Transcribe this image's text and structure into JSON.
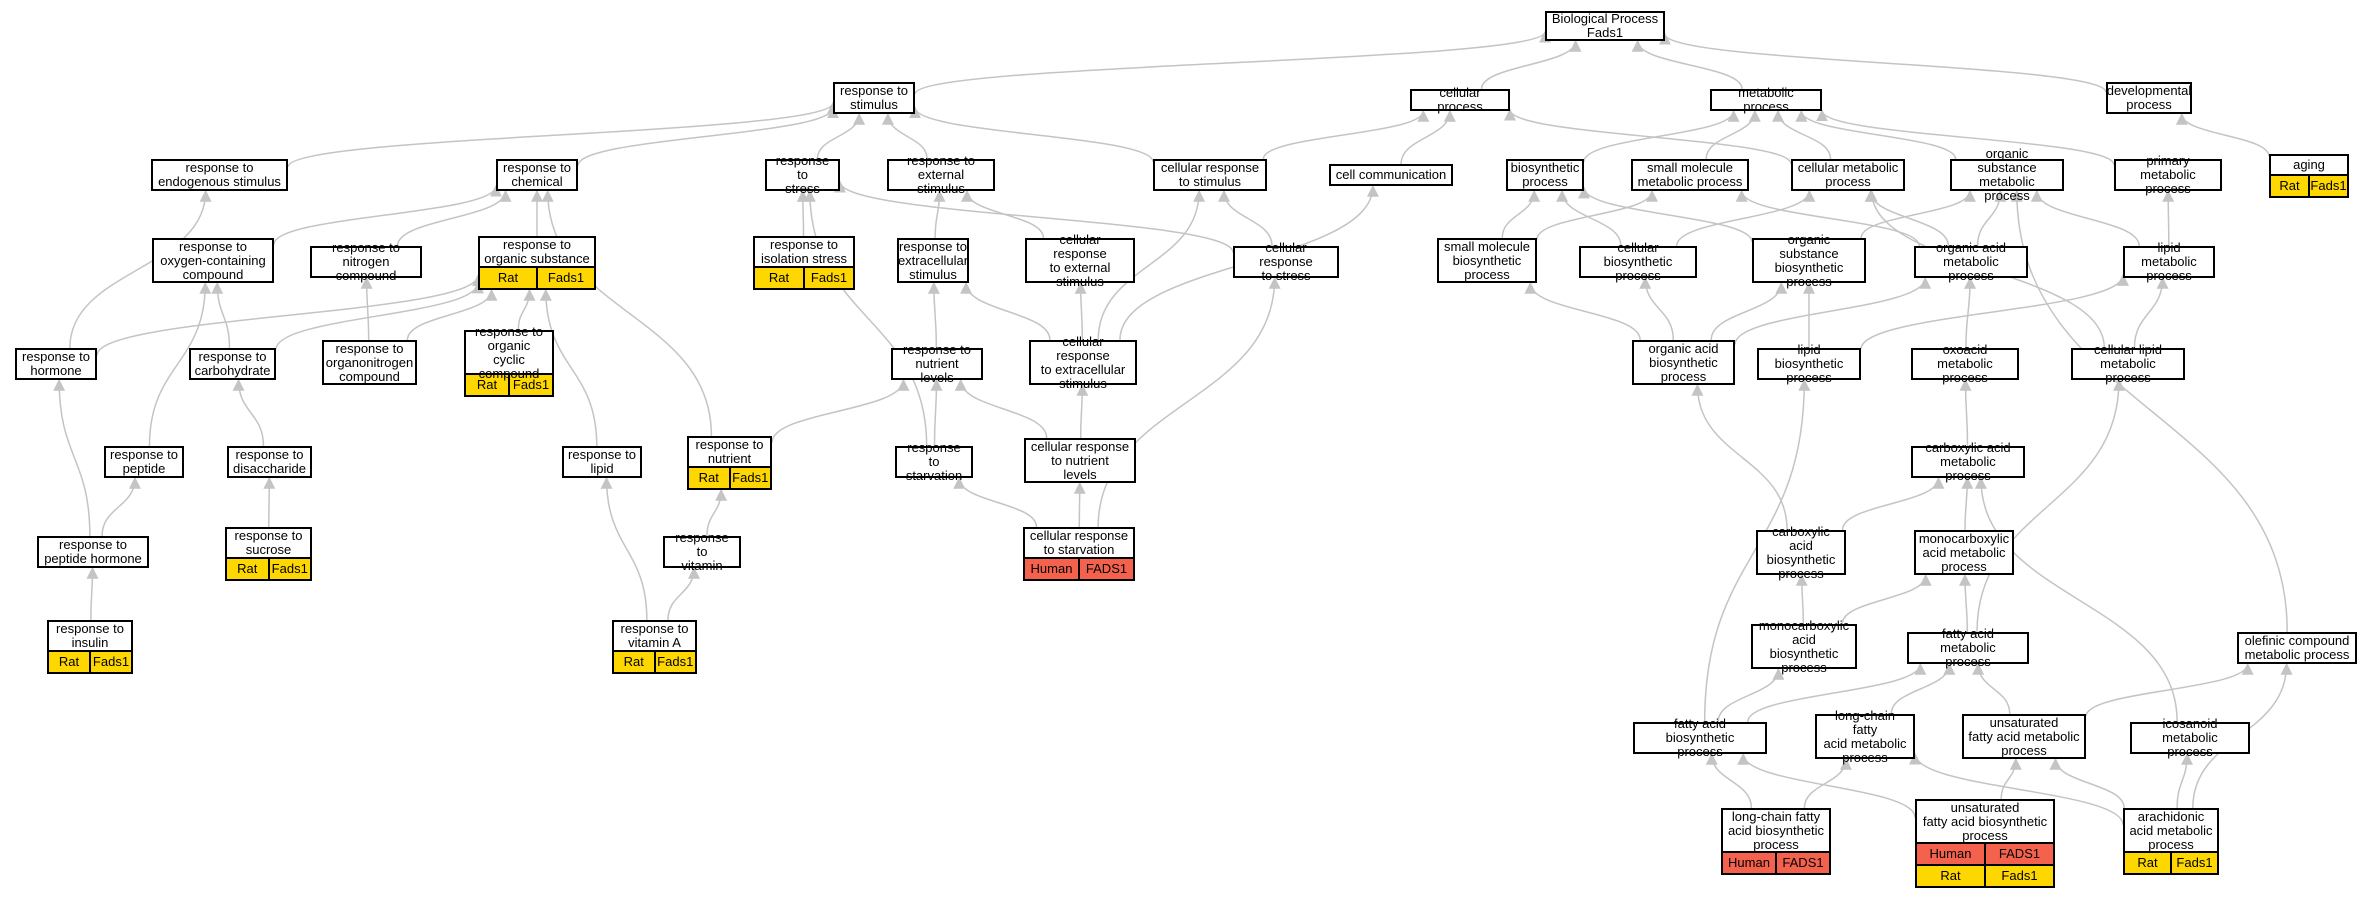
{
  "colors": {
    "rat": "#ffd700",
    "human": "#f4624d",
    "edge": "#c4c4c4",
    "border": "#000000"
  },
  "nodes": {
    "bp": {
      "label": "Biological Process\nFads1"
    },
    "rts": {
      "label": "response to\nstimulus"
    },
    "cp": {
      "label": "cellular process"
    },
    "mp": {
      "label": "metabolic process"
    },
    "dp": {
      "label": "developmental\nprocess"
    },
    "res": {
      "label": "response to\nendogenous stimulus"
    },
    "rtc": {
      "label": "response to\nchemical"
    },
    "rtst": {
      "label": "response to\nstress"
    },
    "res2": {
      "label": "response to\nexternal stimulus"
    },
    "crs": {
      "label": "cellular response\nto stimulus"
    },
    "cc": {
      "label": "cell communication"
    },
    "biop": {
      "label": "biosynthetic\nprocess"
    },
    "smmp": {
      "label": "small molecule\nmetabolic process"
    },
    "cmp": {
      "label": "cellular metabolic\nprocess"
    },
    "osmp": {
      "label": "organic substance\nmetabolic process"
    },
    "pmp": {
      "label": "primary metabolic\nprocess"
    },
    "aging": {
      "label": "aging",
      "ann": [
        [
          "Rat",
          "Fads1"
        ]
      ]
    },
    "rtocc": {
      "label": "response to\noxygen-containing\ncompound"
    },
    "rtnc": {
      "label": "response to\nnitrogen compound"
    },
    "rtos": {
      "label": "response to\norganic substance",
      "ann": [
        [
          "Rat",
          "Fads1"
        ]
      ]
    },
    "rtis": {
      "label": "response to\nisolation stress",
      "ann": [
        [
          "Rat",
          "Fads1"
        ]
      ]
    },
    "rtes": {
      "label": "response to\nextracellular\nstimulus"
    },
    "crtes": {
      "label": "cellular response\nto external\nstimulus"
    },
    "crtst": {
      "label": "cellular response\nto stress"
    },
    "smbp": {
      "label": "small molecule\nbiosynthetic\nprocess"
    },
    "cbp": {
      "label": "cellular biosynthetic\nprocess"
    },
    "osbp": {
      "label": "organic substance\nbiosynthetic\nprocess"
    },
    "oamp": {
      "label": "organic acid\nmetabolic process"
    },
    "lmp": {
      "label": "lipid metabolic\nprocess"
    },
    "rth": {
      "label": "response to\nhormone"
    },
    "rtcarb": {
      "label": "response to\ncarbohydrate"
    },
    "rtonc": {
      "label": "response to\norganonitrogen\ncompound"
    },
    "rtocc2": {
      "label": "response to\norganic cyclic\ncompound",
      "ann": [
        [
          "Rat",
          "Fads1"
        ]
      ]
    },
    "rtnl": {
      "label": "response to\nnutrient levels"
    },
    "crtes2": {
      "label": "cellular response\nto extracellular\nstimulus"
    },
    "oabp": {
      "label": "organic acid\nbiosynthetic\nprocess"
    },
    "lbp": {
      "label": "lipid biosynthetic\nprocess"
    },
    "oxmp": {
      "label": "oxoacid metabolic\nprocess"
    },
    "clmp": {
      "label": "cellular lipid\nmetabolic process"
    },
    "rtpep": {
      "label": "response to\npeptide"
    },
    "rtdis": {
      "label": "response to\ndisaccharide"
    },
    "rtlip": {
      "label": "response to\nlipid"
    },
    "rtnut": {
      "label": "response to\nnutrient",
      "ann": [
        [
          "Rat",
          "Fads1"
        ]
      ]
    },
    "rtstarv": {
      "label": "response to\nstarvation"
    },
    "crtnl": {
      "label": "cellular response\nto nutrient\nlevels"
    },
    "camp": {
      "label": "carboxylic acid\nmetabolic process"
    },
    "rtph": {
      "label": "response to\npeptide hormone"
    },
    "rtsuc": {
      "label": "response to\nsucrose",
      "ann": [
        [
          "Rat",
          "Fads1"
        ]
      ]
    },
    "rtvit": {
      "label": "response to\nvitamin"
    },
    "crtstarv": {
      "label": "cellular response\nto starvation",
      "ann": [
        [
          "Human",
          "FADS1"
        ]
      ]
    },
    "cabp": {
      "label": "carboxylic acid\nbiosynthetic\nprocess"
    },
    "mcamp": {
      "label": "monocarboxylic\nacid metabolic\nprocess"
    },
    "rtins": {
      "label": "response to\ninsulin",
      "ann": [
        [
          "Rat",
          "Fads1"
        ]
      ]
    },
    "rtva": {
      "label": "response to\nvitamin A",
      "ann": [
        [
          "Rat",
          "Fads1"
        ]
      ]
    },
    "mcabp": {
      "label": "monocarboxylic\nacid biosynthetic\nprocess"
    },
    "famp": {
      "label": "fatty acid metabolic\nprocess"
    },
    "ocmp": {
      "label": "olefinic compound\nmetabolic process"
    },
    "fabp": {
      "label": "fatty acid biosynthetic\nprocess"
    },
    "lcfamp": {
      "label": "long-chain fatty\nacid metabolic\nprocess"
    },
    "ufamp": {
      "label": "unsaturated\nfatty acid metabolic\nprocess"
    },
    "icomp": {
      "label": "icosanoid metabolic\nprocess"
    },
    "lcfabp": {
      "label": "long-chain fatty\nacid biosynthetic\nprocess",
      "ann": [
        [
          "Human",
          "FADS1"
        ]
      ]
    },
    "ufabp": {
      "label": "unsaturated\nfatty acid biosynthetic\nprocess",
      "ann": [
        [
          "Human",
          "FADS1"
        ],
        [
          "Rat",
          "Fads1"
        ]
      ]
    },
    "aamp": {
      "label": "arachidonic\nacid metabolic\nprocess",
      "ann": [
        [
          "Rat",
          "Fads1"
        ]
      ]
    }
  },
  "edges": [
    [
      "rts",
      "bp"
    ],
    [
      "cp",
      "bp"
    ],
    [
      "mp",
      "bp"
    ],
    [
      "dp",
      "bp"
    ],
    [
      "res",
      "rts"
    ],
    [
      "rtc",
      "rts"
    ],
    [
      "rtst",
      "rts"
    ],
    [
      "res2",
      "rts"
    ],
    [
      "crs",
      "rts"
    ],
    [
      "crs",
      "cp"
    ],
    [
      "cc",
      "cp"
    ],
    [
      "biop",
      "mp"
    ],
    [
      "smmp",
      "mp"
    ],
    [
      "cmp",
      "mp"
    ],
    [
      "osmp",
      "mp"
    ],
    [
      "pmp",
      "mp"
    ],
    [
      "cmp",
      "cp"
    ],
    [
      "aging",
      "dp"
    ],
    [
      "rtocc",
      "rtc"
    ],
    [
      "rtnc",
      "rtc"
    ],
    [
      "rtos",
      "rtc"
    ],
    [
      "rtis",
      "rtst"
    ],
    [
      "crtst",
      "rtst"
    ],
    [
      "rtes",
      "res2"
    ],
    [
      "crtes",
      "res2"
    ],
    [
      "crtst",
      "crs"
    ],
    [
      "smbp",
      "biop"
    ],
    [
      "smbp",
      "smmp"
    ],
    [
      "cbp",
      "biop"
    ],
    [
      "cbp",
      "cmp"
    ],
    [
      "osbp",
      "biop"
    ],
    [
      "osbp",
      "osmp"
    ],
    [
      "oamp",
      "osmp"
    ],
    [
      "oamp",
      "cmp"
    ],
    [
      "oamp",
      "smmp"
    ],
    [
      "lmp",
      "pmp"
    ],
    [
      "lmp",
      "osmp"
    ],
    [
      "rth",
      "res"
    ],
    [
      "rth",
      "rtos"
    ],
    [
      "rtcarb",
      "rtocc"
    ],
    [
      "rtcarb",
      "rtos"
    ],
    [
      "rtonc",
      "rtnc"
    ],
    [
      "rtonc",
      "rtos"
    ],
    [
      "rtocc2",
      "rtos"
    ],
    [
      "rtnl",
      "rtes"
    ],
    [
      "crtes2",
      "rtes"
    ],
    [
      "crtes2",
      "crtes"
    ],
    [
      "crtes2",
      "crs"
    ],
    [
      "crtes2",
      "cc"
    ],
    [
      "oabp",
      "smbp"
    ],
    [
      "oabp",
      "osbp"
    ],
    [
      "oabp",
      "oamp"
    ],
    [
      "oabp",
      "cbp"
    ],
    [
      "lbp",
      "osbp"
    ],
    [
      "lbp",
      "lmp"
    ],
    [
      "oxmp",
      "oamp"
    ],
    [
      "clmp",
      "lmp"
    ],
    [
      "clmp",
      "cmp"
    ],
    [
      "rtpep",
      "rtocc"
    ],
    [
      "rtdis",
      "rtcarb"
    ],
    [
      "rtlip",
      "rtos"
    ],
    [
      "rtnut",
      "rtnl"
    ],
    [
      "rtnut",
      "rtc"
    ],
    [
      "rtstarv",
      "rtnl"
    ],
    [
      "rtstarv",
      "rtst"
    ],
    [
      "crtnl",
      "rtnl"
    ],
    [
      "crtnl",
      "crtes2"
    ],
    [
      "camp",
      "oxmp"
    ],
    [
      "rtph",
      "rth"
    ],
    [
      "rtph",
      "rtpep"
    ],
    [
      "rtsuc",
      "rtdis"
    ],
    [
      "rtvit",
      "rtnut"
    ],
    [
      "crtstarv",
      "crtnl"
    ],
    [
      "crtstarv",
      "rtstarv"
    ],
    [
      "crtstarv",
      "crtst"
    ],
    [
      "cabp",
      "camp"
    ],
    [
      "cabp",
      "oabp"
    ],
    [
      "mcamp",
      "camp"
    ],
    [
      "rtins",
      "rtph"
    ],
    [
      "rtva",
      "rtvit"
    ],
    [
      "rtva",
      "rtlip"
    ],
    [
      "mcabp",
      "mcamp"
    ],
    [
      "mcabp",
      "cabp"
    ],
    [
      "famp",
      "mcamp"
    ],
    [
      "famp",
      "clmp"
    ],
    [
      "ocmp",
      "osmp"
    ],
    [
      "fabp",
      "mcabp"
    ],
    [
      "fabp",
      "famp"
    ],
    [
      "fabp",
      "lbp"
    ],
    [
      "lcfamp",
      "famp"
    ],
    [
      "ufamp",
      "famp"
    ],
    [
      "ufamp",
      "ocmp"
    ],
    [
      "icomp",
      "camp"
    ],
    [
      "lcfabp",
      "fabp"
    ],
    [
      "lcfabp",
      "lcfamp"
    ],
    [
      "ufabp",
      "fabp"
    ],
    [
      "ufabp",
      "ufamp"
    ],
    [
      "aamp",
      "icomp"
    ],
    [
      "aamp",
      "lcfamp"
    ],
    [
      "aamp",
      "ufamp"
    ],
    [
      "aamp",
      "ocmp"
    ]
  ]
}
